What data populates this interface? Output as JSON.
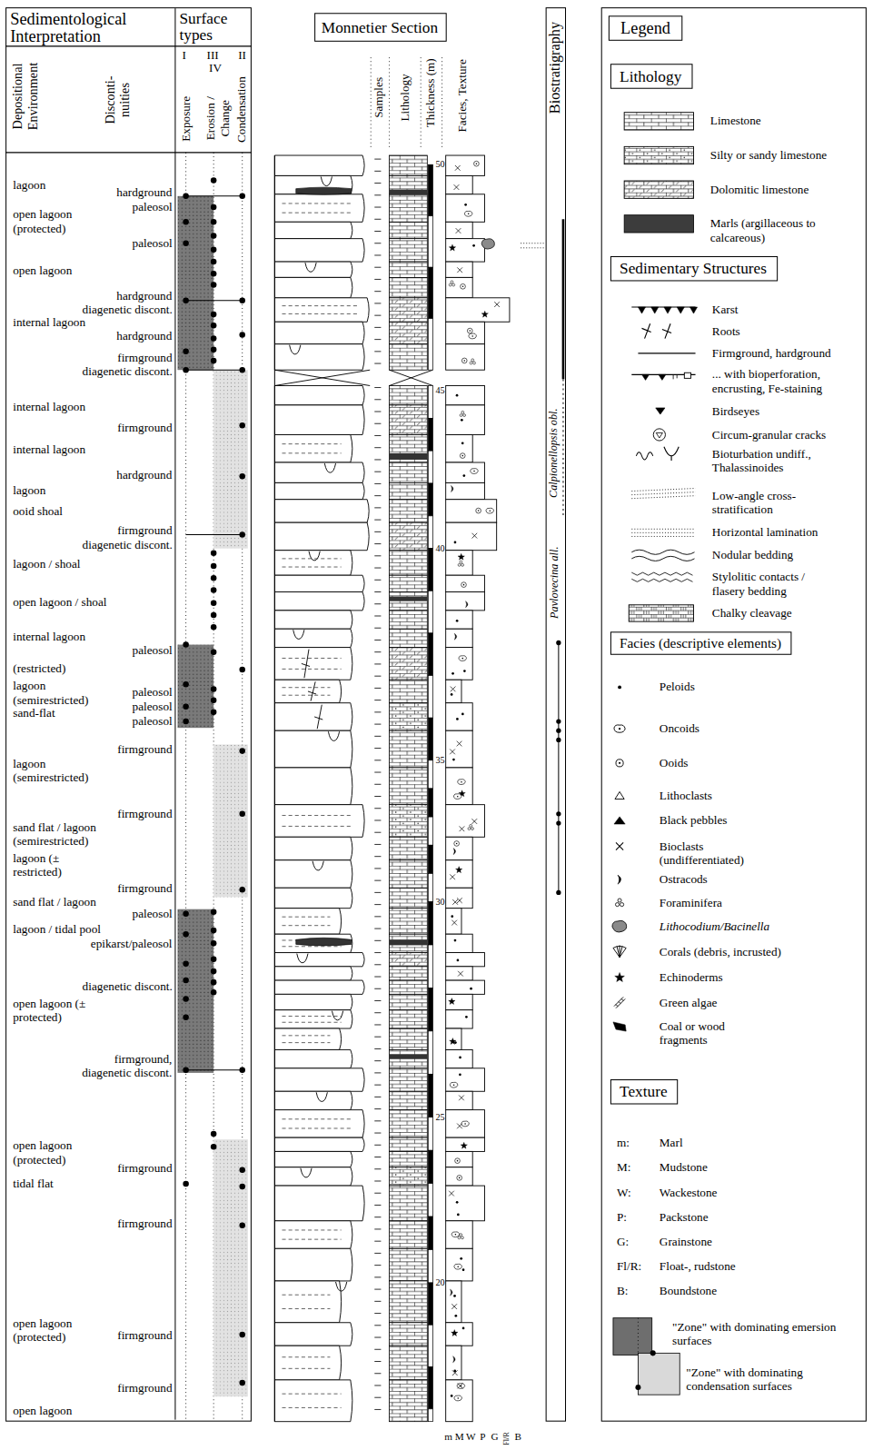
{
  "diagram": {
    "nodes": [
      {
        "text": [
          "Sedimentological Interpretation"
        ]
      },
      {
        "text": [
          "Surface types"
        ],
        "in": 0
      },
      {
        "text": [
          "Monnetier Section"
        ]
      },
      {
        "text": [
          "Biostratigraphy"
        ]
      },
      {
        "text": [
          "Legend"
        ]
      },
      {
        "text": [
          "Lithology"
        ],
        "in": 4
      },
      {
        "text": [
          "Sedimentary Structures"
        ],
        "in": 4
      },
      {
        "text": [
          "Facies (descriptive elements)"
        ],
        "in": 4
      },
      {
        "text": [
          "Texture"
        ],
        "in": 4
      }
    ],
    "labels": [
      "Depositional Environment",
      "Disconti- nuities",
      "I",
      "III",
      "IV",
      "II",
      "Exposure",
      "Erosion / Change",
      "Condensation",
      "lagoon",
      "hardground",
      "paleosol",
      "open lagoon (protected)",
      "paleosol",
      "open lagoon",
      "hardground",
      "diagenetic discont.",
      "internal lagoon",
      "hardground",
      "firmground",
      "diagenetic discont.",
      "internal lagoon",
      "firmground",
      "internal lagoon",
      "hardground",
      "lagoon",
      "ooid shoal",
      "firmground",
      "diagenetic discont.",
      "lagoon / shoal",
      "open lagoon / shoal",
      "internal lagoon",
      "paleosol",
      "(restricted)",
      "lagoon (semirestricted)",
      "paleosol",
      "paleosol",
      "sand-flat",
      "paleosol",
      "firmground",
      "lagoon (semirestricted)",
      "firmground",
      "sand flat / lagoon (semirestricted)",
      "lagoon (± restricted)",
      "firmground",
      "sand flat / lagoon",
      "paleosol",
      "lagoon / tidal pool",
      "epikarst/paleosol",
      "diagenetic discont.",
      "open lagoon (± protected)",
      "firmground, diagenetic discont.",
      "open lagoon (protected)",
      "firmground",
      "tidal flat",
      "firmground",
      "open lagoon (protected)",
      "firmground",
      "firmground",
      "open lagoon",
      "Samples",
      "Lithology",
      "Thickness (m)",
      "Facies, Texture",
      "50",
      "45",
      "40",
      "35",
      "30",
      "25",
      "20",
      "m",
      "M",
      "W",
      "P",
      "G",
      "Fl/R",
      "B",
      "Calpionellopsis obl.",
      "Pavlovecina all.",
      "m:",
      "M:",
      "W:",
      "P:",
      "G:",
      "Fl/R:",
      "B:"
    ],
    "legend": [
      {
        "text": "Limestone"
      },
      {
        "text": "Silty or sandy limestone"
      },
      {
        "text": "Dolomitic limestone"
      },
      {
        "text": "Marls (argillaceous to calcareous)",
        "color": "#3c3c3c"
      },
      {
        "text": "Karst"
      },
      {
        "text": "Roots"
      },
      {
        "text": "Firmground, hardground"
      },
      {
        "text": "... with bioperforation, encrusting, Fe-staining"
      },
      {
        "text": "Birdseyes"
      },
      {
        "text": "Circum-granular cracks"
      },
      {
        "text": "Bioturbation undiff., Thalassinoides"
      },
      {
        "text": "Low-angle cross-stratification"
      },
      {
        "text": "Horizontal lamination"
      },
      {
        "text": "Nodular bedding"
      },
      {
        "text": "Stylolitic contacts / flasery bedding"
      },
      {
        "text": "Chalky cleavage"
      },
      {
        "text": "Peloids"
      },
      {
        "text": "Oncoids"
      },
      {
        "text": "Ooids"
      },
      {
        "text": "Lithoclasts"
      },
      {
        "text": "Black pebbles"
      },
      {
        "text": "Bioclasts (undifferentiated)"
      },
      {
        "text": "Ostracods"
      },
      {
        "text": "Foraminifera"
      },
      {
        "text": "Lithocodium/Bacinella"
      },
      {
        "text": "Corals (debris, incrusted)"
      },
      {
        "text": "Echinoderms"
      },
      {
        "text": "Green algae"
      },
      {
        "text": "Coal or wood fragments"
      },
      {
        "text": "Marl"
      },
      {
        "text": "Mudstone"
      },
      {
        "text": "Wackestone"
      },
      {
        "text": "Packstone"
      },
      {
        "text": "Grainstone"
      },
      {
        "text": "Float-, rudstone"
      },
      {
        "text": "Boundstone"
      },
      {
        "text": "\"Zone\" with dominating emersion surfaces",
        "color": "#6e6e6e"
      },
      {
        "text": "\"Zone\" with dominating condensation surfaces",
        "color": "#d9d9d9"
      }
    ]
  }
}
